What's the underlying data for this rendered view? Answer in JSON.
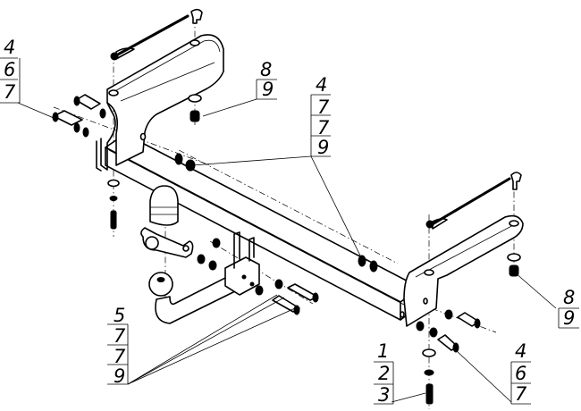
{
  "diagram": {
    "type": "exploded-assembly-drawing",
    "subject": "tow hitch (towbar) installation",
    "colors": {
      "line": "#000000",
      "background": "#ffffff"
    },
    "callouts": [
      {
        "id": "left-bracket-bolts",
        "numbers": [
          "4",
          "6",
          "7"
        ]
      },
      {
        "id": "left-top-nut",
        "numbers": [
          "8",
          "9"
        ]
      },
      {
        "id": "center-beam-nuts",
        "numbers": [
          "4",
          "7",
          "7",
          "9"
        ]
      },
      {
        "id": "ball-mount-bolts",
        "numbers": [
          "5",
          "7",
          "7",
          "9"
        ]
      },
      {
        "id": "right-top-nut",
        "numbers": [
          "8",
          "9"
        ]
      },
      {
        "id": "bottom-bolt",
        "numbers": [
          "1",
          "2",
          "3"
        ]
      },
      {
        "id": "right-bracket-bolts",
        "numbers": [
          "4",
          "6",
          "7"
        ]
      }
    ]
  }
}
